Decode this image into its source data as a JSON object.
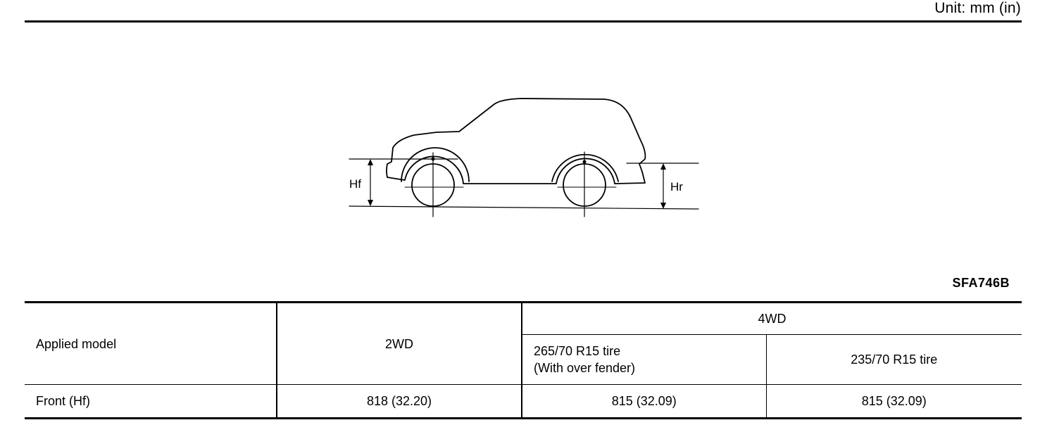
{
  "header": {
    "unit": "Unit: mm (in)"
  },
  "figure": {
    "code": "SFA746B",
    "labels": {
      "front": "Hf",
      "rear": "Hr"
    }
  },
  "table": {
    "row_header": "Applied model",
    "col_2wd": "2WD",
    "col_4wd": "4WD",
    "sub_cols": [
      {
        "line1": "265/70 R15 tire",
        "line2": "(With over fender)"
      },
      {
        "line1": "235/70 R15 tire"
      }
    ],
    "rows": [
      {
        "label": "Front (Hf)",
        "values": [
          "818 (32.20)",
          "815 (32.09)",
          "815 (32.09)"
        ]
      }
    ]
  }
}
